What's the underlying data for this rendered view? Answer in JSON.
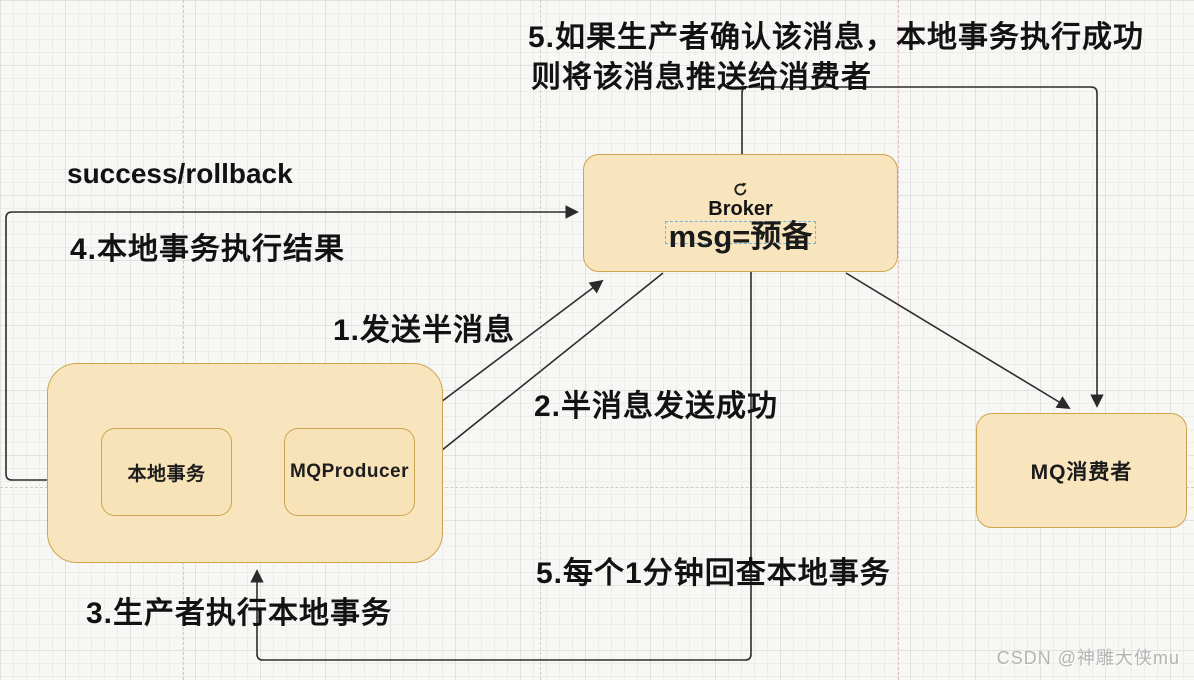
{
  "annotations": {
    "step5_top_line1": "5.如果生产者确认该消息，本地事务执行成功",
    "step5_top_line2": "则将该消息推送给消费者",
    "success_rollback": "success/rollback",
    "step4": "4.本地事务执行结果",
    "step1": "1.发送半消息",
    "step2": "2.半消息发送成功",
    "step3": "3.生产者执行本地事务",
    "step5_check": "5.每个1分钟回查本地事务"
  },
  "nodes": {
    "broker": {
      "label": "Broker",
      "msg": "msg=预备",
      "icon": "refresh-icon"
    },
    "producer_group": {
      "local_tx_label": "本地事务",
      "mq_producer_label": "MQProducer"
    },
    "consumer": {
      "label": "MQ消费者"
    }
  },
  "watermark": "CSDN @神雕大侠mu",
  "colors": {
    "node_fill": "#f9e5bd",
    "node_stroke": "#cda44f",
    "wire": "#2d2d2d",
    "selection_dash": "#6fb6dc",
    "watermark_text": "#b3b3b1"
  }
}
